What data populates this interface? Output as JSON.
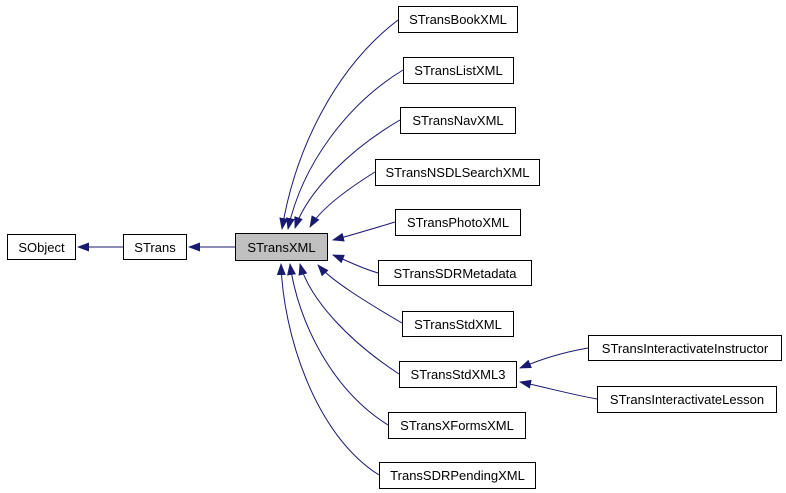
{
  "diagram": {
    "kind": "class-inheritance-graph",
    "arrow_meaning": "derived class points to base class",
    "colors": {
      "background": "#ffffff",
      "node_fill": "#ffffff",
      "node_border": "#000000",
      "selected_node_fill": "#c0c0c0",
      "edge": "#191970",
      "text": "#000000"
    },
    "selected_node": "STransXML",
    "nodes": [
      {
        "id": "SObject",
        "label": "SObject"
      },
      {
        "id": "STrans",
        "label": "STrans"
      },
      {
        "id": "STransXML",
        "label": "STransXML"
      },
      {
        "id": "STransBookXML",
        "label": "STransBookXML"
      },
      {
        "id": "STransListXML",
        "label": "STransListXML"
      },
      {
        "id": "STransNavXML",
        "label": "STransNavXML"
      },
      {
        "id": "STransNSDLSearchXML",
        "label": "STransNSDLSearchXML"
      },
      {
        "id": "STransPhotoXML",
        "label": "STransPhotoXML"
      },
      {
        "id": "STransSDRMetadata",
        "label": "STransSDRMetadata"
      },
      {
        "id": "STransStdXML",
        "label": "STransStdXML"
      },
      {
        "id": "STransStdXML3",
        "label": "STransStdXML3"
      },
      {
        "id": "STransXFormsXML",
        "label": "STransXFormsXML"
      },
      {
        "id": "TransSDRPendingXML",
        "label": "TransSDRPendingXML"
      },
      {
        "id": "STransInteractivateInstructor",
        "label": "STransInteractivateInstructor"
      },
      {
        "id": "STransInteractivateLesson",
        "label": "STransInteractivateLesson"
      }
    ],
    "edges": [
      {
        "from": "STrans",
        "to": "SObject"
      },
      {
        "from": "STransXML",
        "to": "STrans"
      },
      {
        "from": "STransBookXML",
        "to": "STransXML"
      },
      {
        "from": "STransListXML",
        "to": "STransXML"
      },
      {
        "from": "STransNavXML",
        "to": "STransXML"
      },
      {
        "from": "STransNSDLSearchXML",
        "to": "STransXML"
      },
      {
        "from": "STransPhotoXML",
        "to": "STransXML"
      },
      {
        "from": "STransSDRMetadata",
        "to": "STransXML"
      },
      {
        "from": "STransStdXML",
        "to": "STransXML"
      },
      {
        "from": "STransStdXML3",
        "to": "STransXML"
      },
      {
        "from": "STransXFormsXML",
        "to": "STransXML"
      },
      {
        "from": "TransSDRPendingXML",
        "to": "STransXML"
      },
      {
        "from": "STransInteractivateInstructor",
        "to": "STransStdXML3"
      },
      {
        "from": "STransInteractivateLesson",
        "to": "STransStdXML3"
      }
    ]
  }
}
